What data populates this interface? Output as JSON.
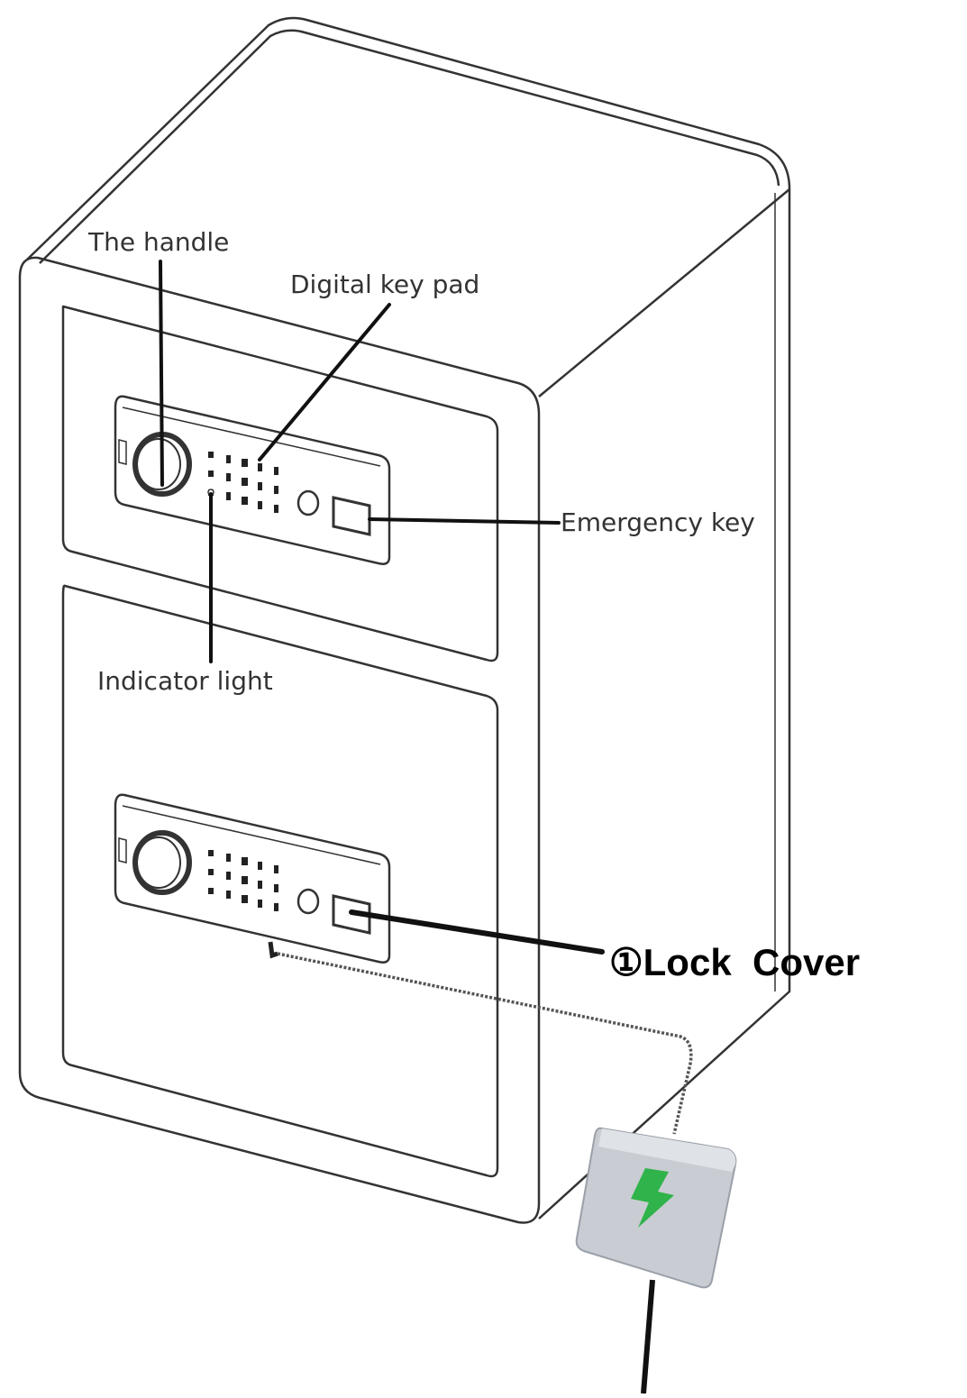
{
  "labels": {
    "handle": "The handle",
    "keypad": "Digital key pad",
    "emergency_key": "Emergency key",
    "indicator_light": "Indicator light",
    "lock_cover": "①Lock  Cover"
  },
  "colors": {
    "outline": "#333333",
    "leader": "#111111",
    "lock_cover_body": "#c9ccd2",
    "lightning": "#2fb34a",
    "background": "#ffffff"
  },
  "icons": {
    "lightning": "lightning-bolt-icon"
  }
}
